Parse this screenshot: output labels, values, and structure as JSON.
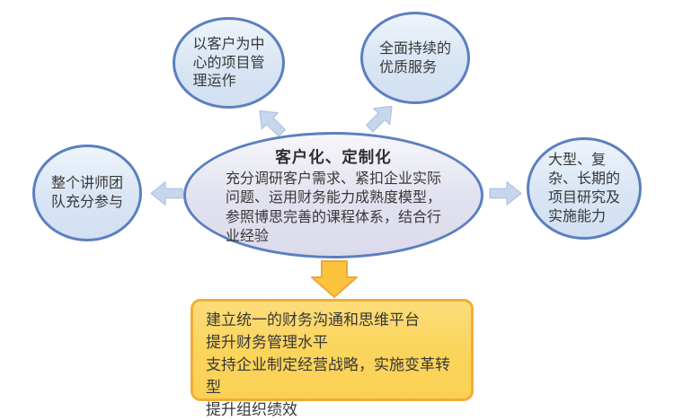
{
  "diagram": {
    "center": {
      "title": "客户化、定制化",
      "body": "充分调研客户需求、紧扣企业实际\n问题、运用财务能力成熟度模型，\n参照博思完善的课程体系，结合行\n业经验"
    },
    "nodes": {
      "top_left": {
        "label": "以客户为中\n心的项目管\n理运作"
      },
      "top_right": {
        "label": "全面持续的\n优质服务"
      },
      "left": {
        "label": "整个讲师团\n队充分参与"
      },
      "right": {
        "label": "大型、复\n杂、长期的\n项目研究及\n实施能力"
      }
    },
    "outcome_box": {
      "text": "建立统一的财务沟通和思维平台\n提升财务管理水平\n支持企业制定经营战略，实施变革转型\n提升组织绩效"
    },
    "arrows": [
      {
        "name": "arrow-up-left",
        "direction": "up-left"
      },
      {
        "name": "arrow-up-right",
        "direction": "up-right"
      },
      {
        "name": "arrow-left",
        "direction": "left"
      },
      {
        "name": "arrow-right",
        "direction": "right"
      },
      {
        "name": "arrow-down",
        "direction": "down"
      }
    ],
    "colors": {
      "node_fill": "#d8e5f4",
      "node_border": "#5b7fc0",
      "center_fill": "#dedeed",
      "arrow_blue": "#c6d6ec",
      "arrow_blue_border": "#a6bddf",
      "arrow_gold": "#fcc33d",
      "arrow_gold_border": "#eda63b",
      "box_fill": "#fbd55e",
      "box_border": "#f2ae35",
      "text": "#383838"
    }
  }
}
